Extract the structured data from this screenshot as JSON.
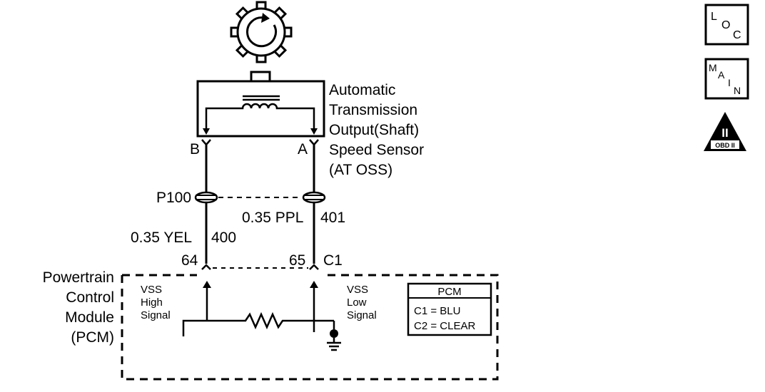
{
  "sensor": {
    "name_lines": [
      "Automatic",
      "Transmission",
      "Output(Shaft)",
      "Speed Sensor",
      "(AT OSS)"
    ],
    "terminal_b": "B",
    "terminal_a": "A"
  },
  "connector": {
    "name": "P100"
  },
  "wires": {
    "left": {
      "label": "0.35 YEL",
      "circuit": "400"
    },
    "right": {
      "label": "0.35 PPL",
      "circuit": "401"
    }
  },
  "pins": {
    "left": "64",
    "right": "65",
    "connector": "C1"
  },
  "module": {
    "name_lines": [
      "Powertrain",
      "Control",
      "Module",
      "(PCM)"
    ],
    "high_signal_lines": [
      "VSS",
      "High",
      "Signal"
    ],
    "low_signal_lines": [
      "VSS",
      "Low",
      "Signal"
    ]
  },
  "pcm_legend": {
    "title": "PCM",
    "rows": [
      "C1 = BLU",
      "C2 = CLEAR"
    ]
  },
  "icons": {
    "loc": [
      "L",
      "O",
      "C"
    ],
    "main": [
      "M",
      "A",
      "I",
      "N"
    ],
    "obd": {
      "numeral": "II",
      "text": "OBD II"
    }
  }
}
